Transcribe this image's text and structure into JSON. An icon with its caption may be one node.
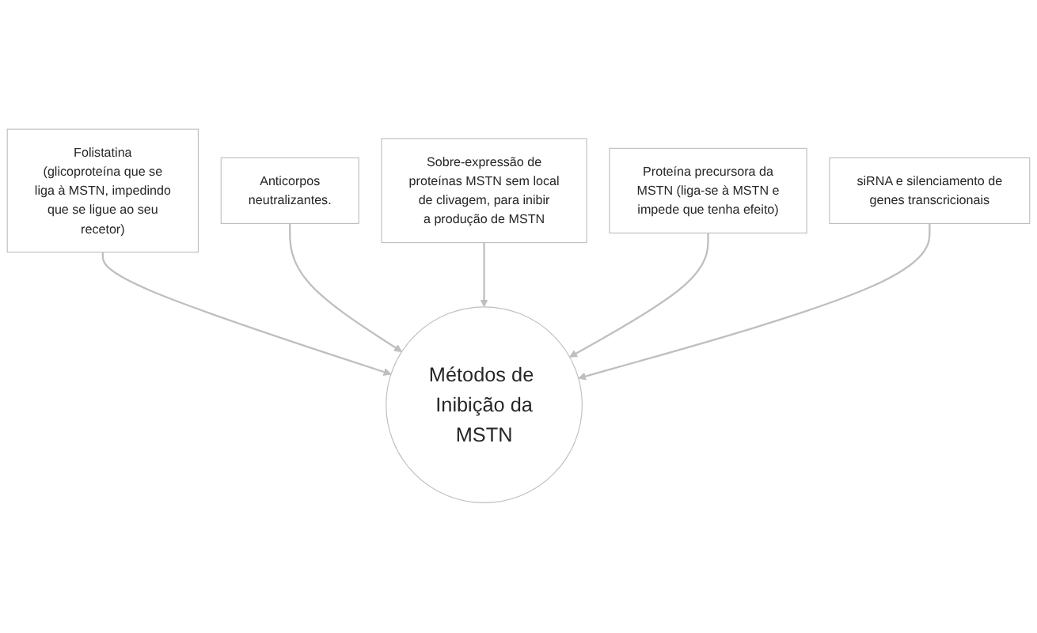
{
  "diagram": {
    "nodes": [
      {
        "text": [
          "Folistatina (glicoproteína que se liga à MSTN, impedindo que se ligue ao seu recetor)"
        ]
      },
      {
        "text": [
          "Anticorpos neutralizantes."
        ]
      },
      {
        "text": [
          "Sobre-expressão de proteínas MSTN sem local de clivagem, para inibir a produção de MSTN"
        ]
      },
      {
        "text": [
          "Proteína precursora da MSTN (liga-se à MSTN e impede que tenha efeito)"
        ]
      },
      {
        "text": [
          "Métodos de Inibição da MSTN"
        ]
      },
      {
        "text": [
          "siRNA e silenciamento de genes transcricionais"
        ]
      }
    ],
    "edges": [
      {
        "from": 0,
        "to": 4,
        "arrow": "to"
      },
      {
        "from": 1,
        "to": 4,
        "arrow": "to"
      },
      {
        "from": 2,
        "to": 4,
        "arrow": "to"
      },
      {
        "from": 3,
        "to": 4,
        "arrow": "to"
      },
      {
        "from": 5,
        "to": 4,
        "arrow": "to"
      }
    ]
  }
}
